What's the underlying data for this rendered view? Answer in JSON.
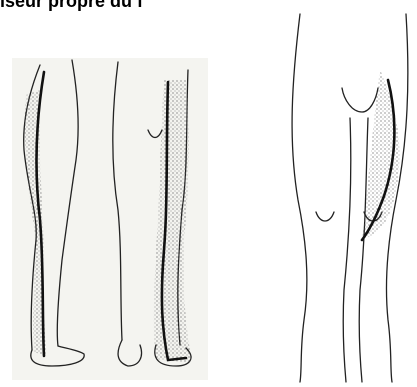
{
  "caption": "iseur propre du f",
  "colors": {
    "ink": "#222222",
    "dots": "#555555",
    "panel_bg": "#f4f4f0"
  },
  "figures": [
    {
      "view": "lateral-leg"
    },
    {
      "view": "posterior-leg"
    },
    {
      "view": "anterior-legs"
    }
  ]
}
